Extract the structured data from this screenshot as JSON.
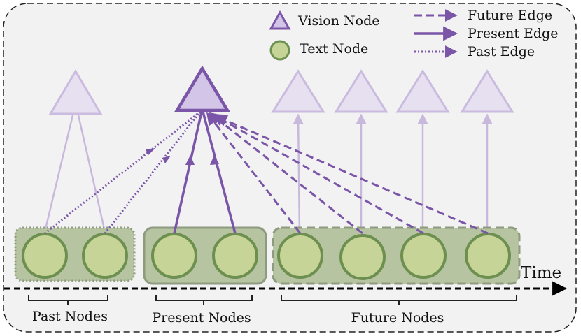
{
  "legend": {
    "vision_node": "Vision  Node",
    "text_node": "Text Node",
    "future_edge": "Future Edge",
    "present_edge": "Present Edge",
    "past_edge": "Past Edge"
  },
  "groups": {
    "past": "Past Nodes",
    "present": "Present Nodes",
    "future": "Future Nodes"
  },
  "axis": {
    "time_label": "Time"
  },
  "colors": {
    "vision_fill_active": "#d2c5e8",
    "vision_fill_faded": "#e6e0f0",
    "vision_stroke_active": "#7a55a8",
    "vision_stroke_faded": "#cbbcdf",
    "text_node_fill": "#c6d497",
    "text_node_stroke": "#6d8f4f",
    "group_fill": "#b7c4a1",
    "group_stroke": "#8e9b80",
    "edge_color": "#7a55a8",
    "faded_edge": "#c8b9dc",
    "panel_bg": "#f2f2f2"
  },
  "icons": {
    "vision": "triangle-icon",
    "text": "circle-icon"
  }
}
